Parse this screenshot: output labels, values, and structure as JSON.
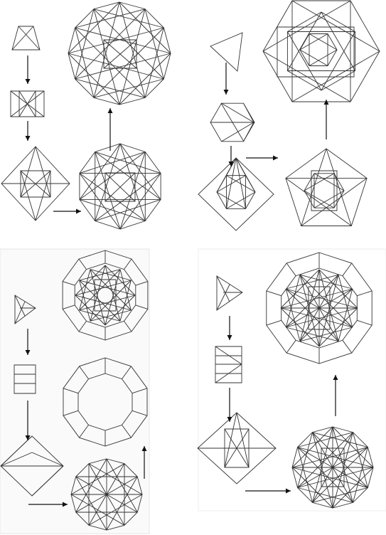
{
  "colors": {
    "page_background": "#ffffff",
    "panel_background": "#fafafa",
    "panel_border": "#e6e6e6",
    "stroke": "#333333",
    "arrow": "#111111"
  },
  "panels": [
    {
      "name": "panel-top-left",
      "steps": [
        "trapezoid",
        "rectangle-with-diagonals",
        "rhombus-with-inner-square",
        "decagon-star-pattern",
        "large-polygon-star-pattern"
      ],
      "arrows": [
        "down",
        "down",
        "right",
        "up"
      ]
    },
    {
      "name": "panel-top-right",
      "steps": [
        "triangle",
        "hexagon-fan",
        "rhombus-with-hexagon",
        "pentagon-star-pattern",
        "large-hexagon-star-pattern"
      ],
      "arrows": [
        "down",
        "down",
        "right",
        "up"
      ]
    },
    {
      "name": "panel-bottom-left",
      "steps": [
        "triangle-with-center-lines",
        "stacked-rectangles",
        "rhombus",
        "decagon-with-spokes",
        "ring-of-trapezoids",
        "rosette-star-pattern"
      ],
      "arrows": [
        "down",
        "down",
        "right",
        "up"
      ]
    },
    {
      "name": "panel-bottom-right",
      "steps": [
        "triangle-with-center-lines",
        "rectangle-with-chevrons",
        "rhombus-with-inner-rectangle",
        "decagon-web-pattern",
        "rosette-web-pattern"
      ],
      "arrows": [
        "down",
        "down",
        "right",
        "up"
      ]
    }
  ]
}
